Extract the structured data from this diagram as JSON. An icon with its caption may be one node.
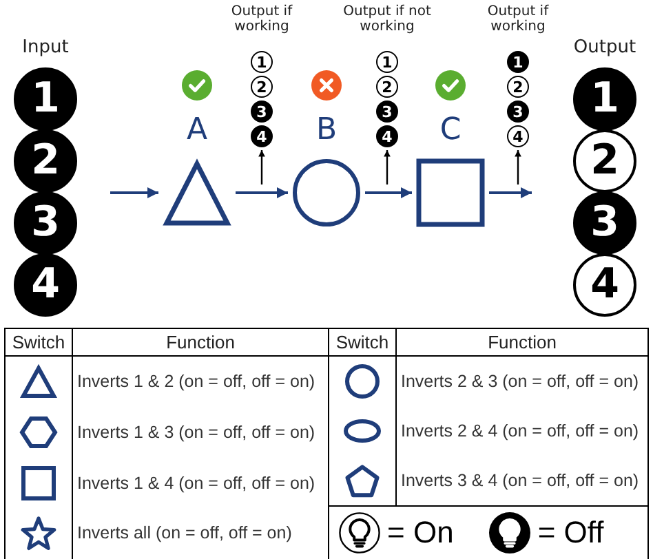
{
  "diagram": {
    "nodes": [
      {
        "text": [
          "1"
        ]
      },
      {
        "text": [
          "2"
        ]
      },
      {
        "text": [
          "3"
        ]
      },
      {
        "text": [
          "4"
        ]
      },
      {
        "text": [
          "A"
        ]
      },
      {
        "text": [
          "1"
        ]
      },
      {
        "text": [
          "2"
        ]
      },
      {
        "text": [
          "3"
        ]
      },
      {
        "text": [
          "4"
        ]
      },
      {
        "text": [
          "B"
        ]
      },
      {
        "text": [
          "1"
        ]
      },
      {
        "text": [
          "2"
        ]
      },
      {
        "text": [
          "3"
        ]
      },
      {
        "text": [
          "4"
        ]
      },
      {
        "text": [
          "C"
        ]
      },
      {
        "text": [
          "1"
        ]
      },
      {
        "text": [
          "2"
        ]
      },
      {
        "text": [
          "3"
        ]
      },
      {
        "text": [
          "4"
        ]
      },
      {
        "text": [
          "1"
        ]
      },
      {
        "text": [
          "2"
        ]
      },
      {
        "text": [
          "3"
        ]
      },
      {
        "text": [
          "4"
        ]
      }
    ],
    "edges": [
      {
        "from": null,
        "to": 4,
        "arrow": "to"
      },
      {
        "from": 4,
        "to": 9,
        "arrow": "to"
      },
      {
        "from": 9,
        "to": 14,
        "arrow": "to"
      },
      {
        "from": 14,
        "to": null,
        "arrow": "to"
      },
      {
        "from": null,
        "to": 8,
        "arrow": "to",
        "color": "#000000"
      },
      {
        "from": null,
        "to": 13,
        "arrow": "to",
        "color": "#000000"
      },
      {
        "from": null,
        "to": 18,
        "arrow": "to",
        "color": "#000000"
      }
    ],
    "labels": [
      "Output if working",
      "Output if not working",
      "Output if working",
      "Input",
      "Output",
      "Switch",
      "Function",
      "Switch",
      "Function",
      "Inverts 1 & 2 (on = off, off = on)",
      "Inverts 2 & 3 (on = off, off = on)",
      "Inverts 1 & 3 (on = off, off = on)",
      "Inverts 2 & 4 (on = off, off = on)",
      "Inverts 1 & 4 (on = off, off = on)",
      "Inverts 3 & 4 (on = off, off = on)",
      "Inverts all (on = off, off = on)"
    ],
    "legend": [
      {
        "text": "= On"
      },
      {
        "text": "= Off"
      }
    ]
  }
}
